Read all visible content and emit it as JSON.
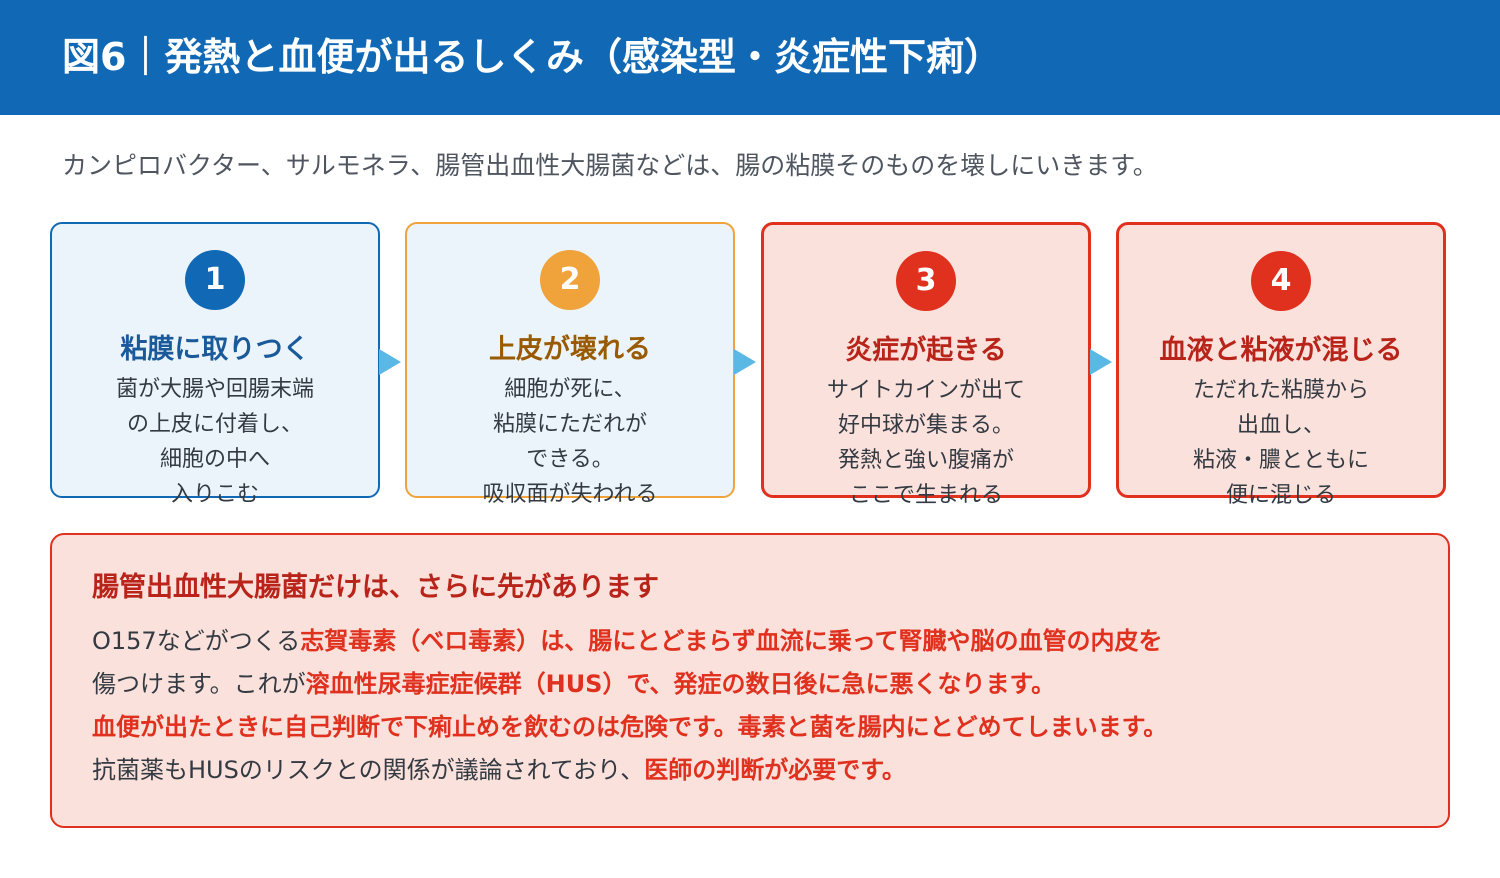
{
  "header": {
    "title": "図6｜発熱と血便が出るしくみ（感染型・炎症性下痢）"
  },
  "intro": "カンピロバクター、サルモネラ、腸管出血性大腸菌などは、腸の粘膜そのものを壊しにいきます。",
  "steps": [
    {
      "number": "1",
      "title": "粘膜に取りつく",
      "lines": [
        "菌が大腸や回腸末端",
        "の上皮に付着し、",
        "細胞の中へ",
        "入りこむ"
      ]
    },
    {
      "number": "2",
      "title": "上皮が壊れる",
      "lines": [
        "細胞が死に、",
        "粘膜にただれが",
        "できる。",
        "吸収面が失われる"
      ]
    },
    {
      "number": "3",
      "title": "炎症が起きる",
      "lines": [
        "サイトカインが出て",
        "好中球が集まる。",
        "発熱と強い腹痛が",
        "ここで生まれる"
      ]
    },
    {
      "number": "4",
      "title": "血液と粘液が混じる",
      "lines": [
        "ただれた粘膜から",
        "出血し、",
        "粘液・膿とともに",
        "便に混じる"
      ]
    }
  ],
  "note": {
    "title": "腸管出血性大腸菌だけは、さらに先があります",
    "line1": {
      "a": "O157などがつくる",
      "b": "志賀毒素（ベロ毒素）は、腸にとどまらず血流に乗って腎臓や脳の血管の内皮を"
    },
    "line2": {
      "a": "傷つけます。これが",
      "b": "溶血性尿毒症症候群（HUS）で、発症の数日後に急に悪くなります。"
    },
    "line3": {
      "b": "血便が出たときに自己判断で下痢止めを飲むのは危険です。毒素と菌を腸内にとどめてしまいます。"
    },
    "line4": {
      "a": "抗菌薬もHUSのリスクとの関係が議論されており、",
      "b": "医師の判断が必要です。"
    }
  },
  "colors": {
    "header": "#1169b6",
    "step1": "#1169b6",
    "step2": "#f0a23b",
    "danger": "#e0301e",
    "arrow": "#5ab8e4"
  }
}
